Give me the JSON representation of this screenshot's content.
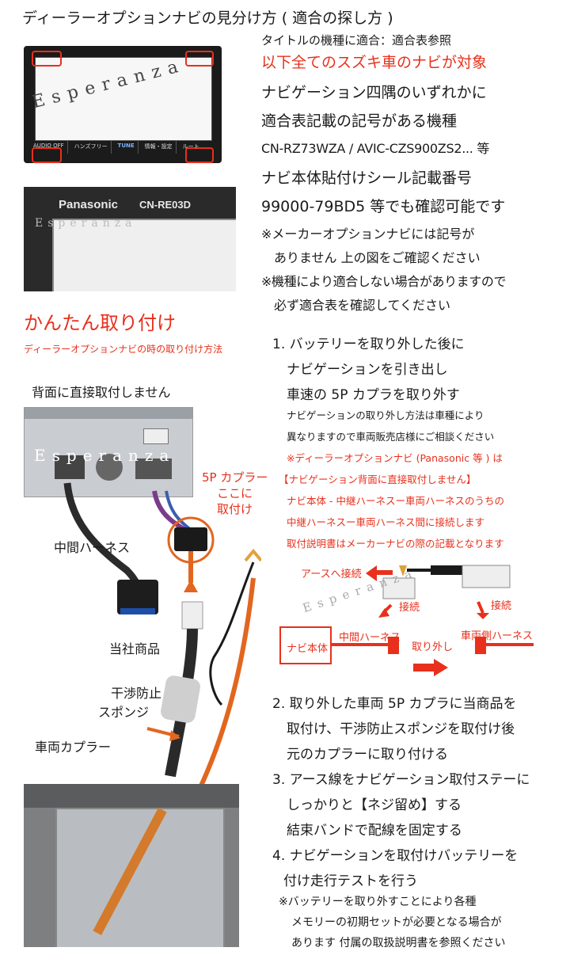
{
  "title": "ディーラーオプションナビの見分け方 ( 適合の探し方 )",
  "right_top": {
    "lines": [
      "タイトルの機種に適合：適合表参照",
      "以下全てのスズキ車のナビが対象",
      "ナビゲーション四隅のいずれかに",
      "適合表記載の記号がある機種",
      "CN-RZ73WZA / AVIC-CZS900ZS2... 等",
      "ナビ本体貼付けシール記載番号",
      " 99000-79BD5 等でも確認可能です",
      "※メーカーオプションナビには記号が",
      "　ありません 上の図をご確認ください",
      "※機種により適合しない場合がありますので",
      "　必ず適合表を確認してください"
    ]
  },
  "navi_screen": {
    "buttons": [
      "AUDIO OFF",
      "ハンズフリー",
      "TUNE",
      "情報・設定",
      "ルート"
    ],
    "watermark": "Esperanza"
  },
  "navi_badge": {
    "brand": "Panasonic",
    "model": "CN-RE03D",
    "watermark": "Esperanza"
  },
  "install": {
    "heading": "かんたん取り付け",
    "subheading": "ディーラーオプションナビの時の取り付け方法",
    "back_note": "背面に直接取付しません"
  },
  "diagram_labels": {
    "coupler_5p": "5P カプラー",
    "here": "ここに",
    "attach": "取付け",
    "middle_harness": "中間ハーネス",
    "our_product": "当社商品",
    "sponge_1": "干渉防止",
    "sponge_2": "スポンジ",
    "vehicle_coupler": "車両カプラー",
    "watermark": "Esperanza"
  },
  "steps": {
    "s1": [
      "1. バッテリーを取り外した後に",
      "ナビゲーションを引き出し",
      "車速の 5P カプラを取り外す"
    ],
    "s1_notes_black": [
      "ナビゲーションの取り外し方法は車種により",
      "異なりますので車両販売店様にご相談ください"
    ],
    "s1_notes_red": [
      "※ディーラーオプションナビ (Panasonic 等 ) は",
      "【ナビゲーション背面に直接取付しません】",
      "ナビ本体 - 中継ハーネスー車両ハーネスのうちの",
      "中継ハーネスー車両ハーネス間に接続します",
      "取付説明書はメーカーナビの際の記載となります"
    ],
    "s2": [
      "2. 取り外した車両 5P カプラに当商品を",
      "取付け、干渉防止スポンジを取付け後",
      "元のカプラーに取り付ける"
    ],
    "s3": [
      "3. アース線をナビゲーション取付ステーに",
      "しっかりと【ネジ留め】する",
      "結束バンドで配線を固定する"
    ],
    "s4": [
      "4. ナビゲーションを取付けバッテリーを",
      "付け走行テストを行う"
    ],
    "s4_notes": [
      "※バッテリーを取り外すことにより各種",
      "メモリーの初期セットが必要となる場合が",
      "あります 付属の取扱説明書を参照ください"
    ]
  },
  "wiring": {
    "earth": "アースへ接続",
    "connect_left": "接続",
    "connect_right": "接続",
    "navi_body": "ナビ本体",
    "middle": "中間ハーネス",
    "remove": "取り外し",
    "vehicle_side": "車両側ハーネス",
    "watermark": "Esperanza"
  },
  "colors": {
    "accent_red": "#e8301c",
    "orange": "#e2661f",
    "text": "#1a1a1a"
  }
}
